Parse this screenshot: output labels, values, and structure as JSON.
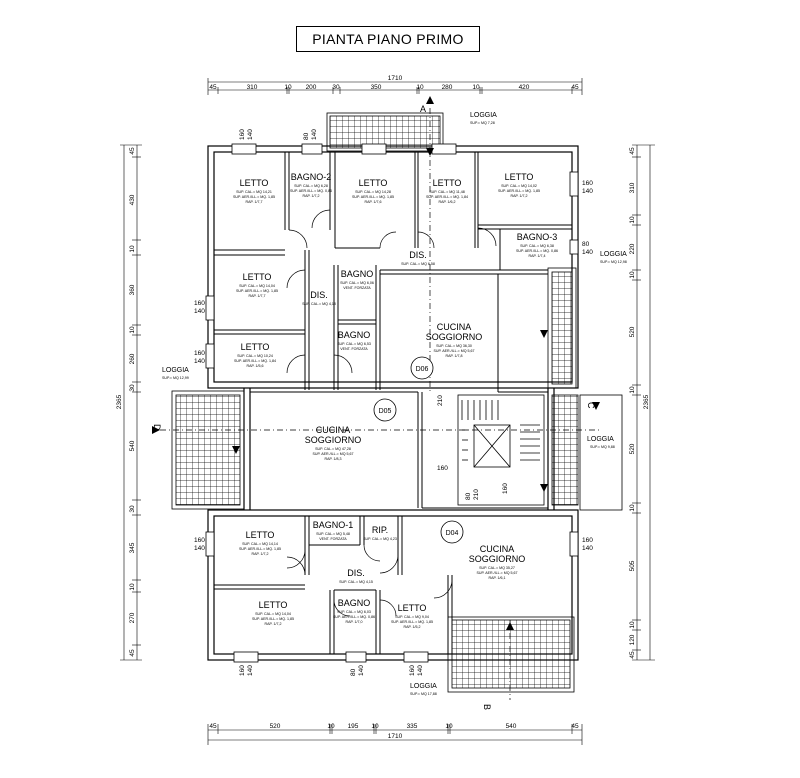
{
  "title": "PIANTA PIANO PRIMO",
  "dimensions": {
    "top_total": "1710",
    "top_segments": [
      "45",
      "310",
      "10",
      "200",
      "30",
      "350",
      "10",
      "280",
      "10",
      "420",
      "45"
    ],
    "bottom_total": "1710",
    "bottom_segments": [
      "45",
      "520",
      "10",
      "195",
      "10",
      "335",
      "10",
      "540",
      "45"
    ],
    "left_total": "2365",
    "left_segments": [
      "45",
      "430",
      "10",
      "360",
      "10",
      "260",
      "30",
      "540",
      "30",
      "345",
      "10",
      "270",
      "45"
    ],
    "right_total": "2365",
    "right_segments": [
      "45",
      "310",
      "10",
      "220",
      "10",
      "520",
      "10",
      "520",
      "10",
      "505",
      "10",
      "120",
      "45"
    ]
  },
  "section_markers": [
    "A",
    "B",
    "C",
    "D"
  ],
  "door_codes": [
    "D06",
    "D05",
    "D04"
  ],
  "rooms": [
    {
      "name": "LETTO",
      "lines": [
        "SUP. CAL.= MQ 14,21",
        "SUP. AER./ILL.= MQ. 1,85",
        "RAP. 1/7,7"
      ]
    },
    {
      "name": "BAGNO-2",
      "lines": [
        "SUP. CAL.= MQ 6,28",
        "SUP. AER./ILL.= MQ. 0,86",
        "RAP. 1/7,2"
      ]
    },
    {
      "name": "LETTO",
      "lines": [
        "SUP. CAL.= MQ 14,28",
        "SUP. AER./ILL.= MQ. 1,85",
        "RAP. 1/7,6"
      ]
    },
    {
      "name": "LETTO",
      "lines": [
        "SUP. CAL.= MQ 11,48",
        "SUP. AER./ILL.= MQ. 1,84",
        "RAP. 1/6,2"
      ]
    },
    {
      "name": "LETTO",
      "lines": [
        "SUP. CAL.= MQ 14,02",
        "SUP. AER./ILL.= MQ. 1,85",
        "RAP. 1/7,2"
      ]
    },
    {
      "name": "BAGNO-3",
      "lines": [
        "SUP. CAL.= MQ 6,38",
        "SUP. AER./ILL.= MQ. 0,86",
        "RAP. 1/7,4"
      ]
    },
    {
      "name": "LETTO",
      "lines": [
        "SUP. CAL.= MQ 14,04",
        "SUP. AER./ILL.= MQ. 1,85",
        "RAP. 1/7,7"
      ]
    },
    {
      "name": "DIS.",
      "lines": [
        "SUP. CAL.= MQ 4,18"
      ]
    },
    {
      "name": "BAGNO",
      "lines": [
        "SUP. CAL.= MQ 6,06",
        "VENT. FORZATA"
      ]
    },
    {
      "name": "DIS.",
      "lines": [
        "SUP. CAL.= MQ 6,58"
      ]
    },
    {
      "name": "CUCINA",
      "name2": "SOGGIORNO",
      "lines": [
        "SUP. CAL.= MQ 36,30",
        "SUP. AER./ILL.= MQ 5,67",
        "RAP. 1/7,8"
      ]
    },
    {
      "name": "LETTO",
      "lines": [
        "SUP. CAL.= MQ 10,24",
        "SUP. AER./ILL.= MQ. 1,84",
        "RAP. 1/5,6"
      ]
    },
    {
      "name": "BAGNO",
      "lines": [
        "SUP. CAL.= MQ 6,53",
        "VENT. FORZATA"
      ]
    },
    {
      "name": "CUCINA",
      "name2": "SOGGIORNO",
      "lines": [
        "SUP. CAL.= MQ 47,28",
        "SUP. AER./ILL.= MQ 5,67",
        "RAP. 1/8,3"
      ]
    },
    {
      "name": "LETTO",
      "lines": [
        "SUP. CAL.= MQ 14,14",
        "SUP. AER./ILL.= MQ. 1,85",
        "RAP. 1/7,2"
      ]
    },
    {
      "name": "BAGNO-1",
      "lines": [
        "SUP. CAL.= MQ 5,48",
        "VENT. FORZATA"
      ]
    },
    {
      "name": "RIP.",
      "lines": [
        "SUP. CAL.= MQ 4,23"
      ]
    },
    {
      "name": "DIS.",
      "lines": [
        "SUP. CAL.= MQ 4,15"
      ]
    },
    {
      "name": "CUCINA",
      "name2": "SOGGIORNO",
      "lines": [
        "SUP. CAL.= MQ 35,27",
        "SUP. AER./ILL.= MQ 5,67",
        "RAP. 1/6,1"
      ]
    },
    {
      "name": "LETTO",
      "lines": [
        "SUP. CAL.= MQ 14,04",
        "SUP. AER./ILL.= MQ. 1,85",
        "RAP. 1/7,2"
      ]
    },
    {
      "name": "BAGNO",
      "lines": [
        "SUP. CAL.= MQ 6,03",
        "SUP. AER./ILL.= MQ. 0,86",
        "RAP. 1/7,0"
      ]
    },
    {
      "name": "LETTO",
      "lines": [
        "SUP. CAL.= MQ 9,04",
        "SUP. AER./ILL.= MQ. 1,85",
        "RAP. 1/5,2"
      ]
    }
  ],
  "loggias": [
    {
      "name": "LOGGIA",
      "area": "SUP.= MQ 7,28"
    },
    {
      "name": "LOGGIA",
      "area": "SUP.= MQ 12,98"
    },
    {
      "name": "LOGGIA",
      "area": "SUP.= MQ 12,99"
    },
    {
      "name": "LOGGIA",
      "area": "SUP.= MQ 9,88"
    },
    {
      "name": "LOGGIA",
      "area": "SUP.= MQ 17,88"
    }
  ],
  "window_labels": {
    "w160": "160",
    "w140": "140",
    "w80": "80",
    "w210": "210"
  }
}
